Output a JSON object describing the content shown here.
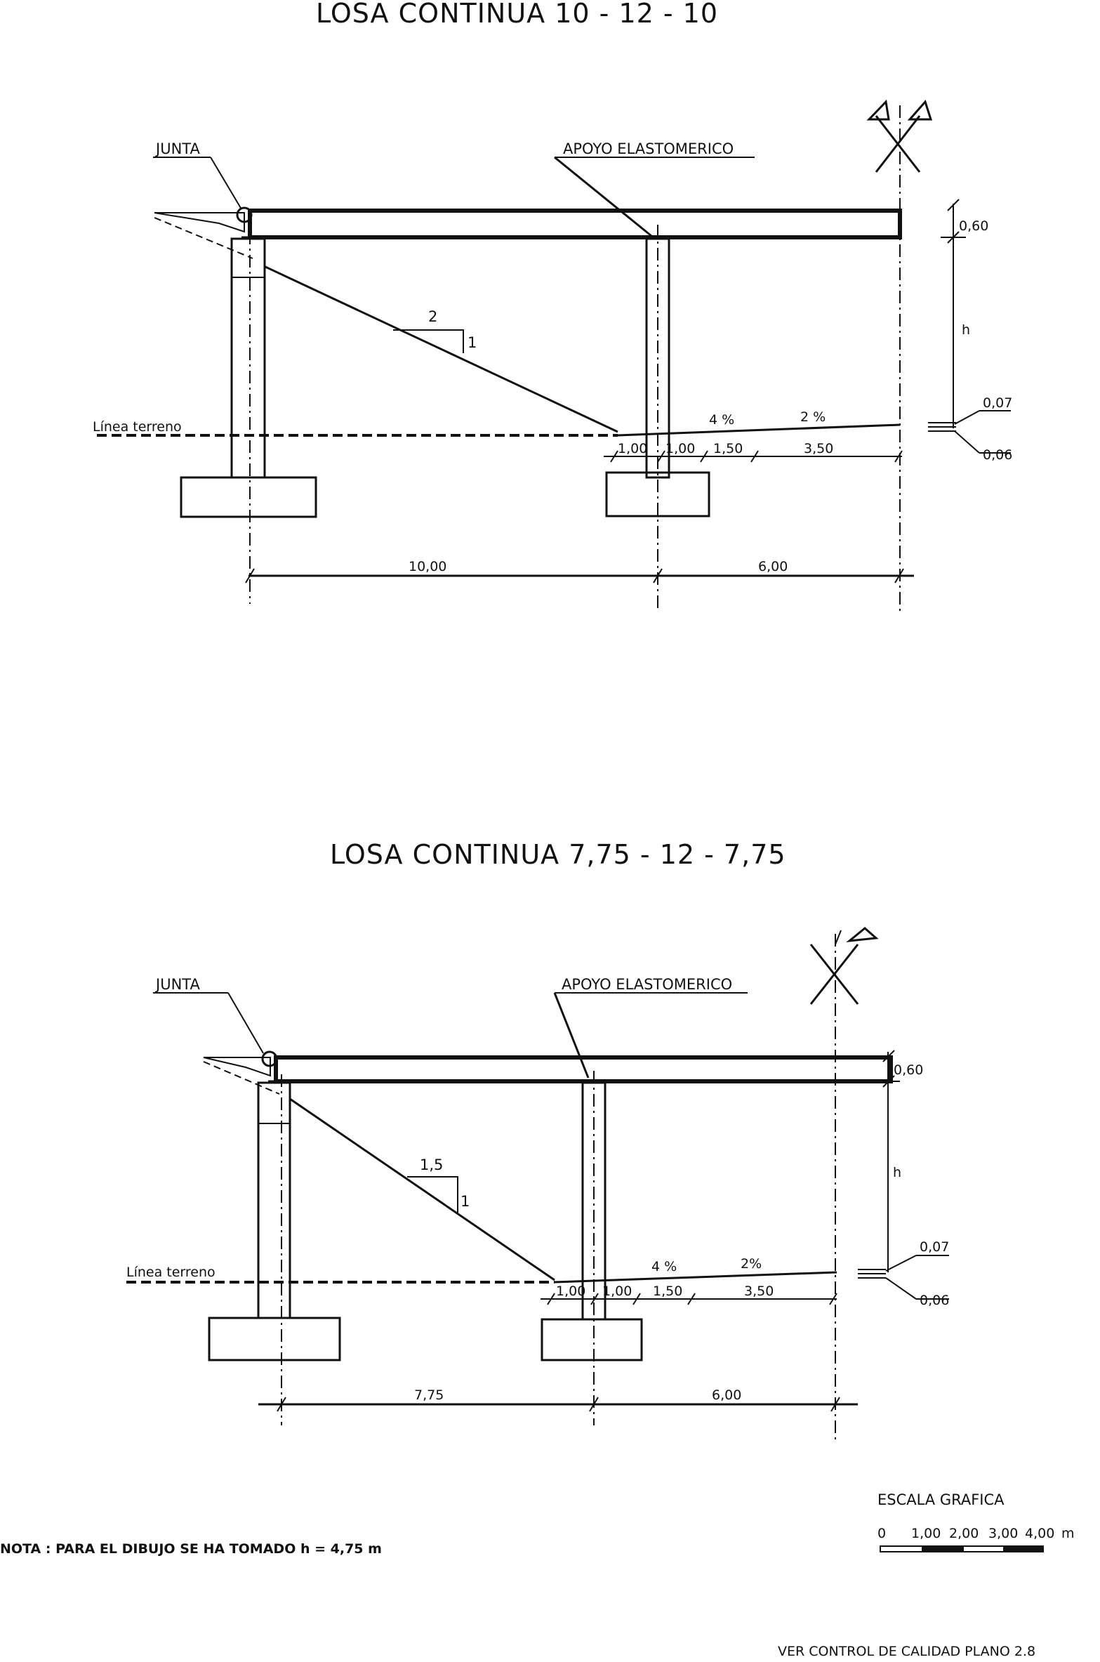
{
  "drawing1": {
    "title": "LOSA  CONTINUA  10 - 12 - 10",
    "junta": "JUNTA",
    "apoyo": "APOYO  ELASTOMERICO",
    "slope_run": "2",
    "slope_rise": "1",
    "terreno": "Línea terreno",
    "pct_a": "4 %",
    "pct_b": "2 %",
    "dim_a": "1,00",
    "dim_b": "1,00",
    "dim_c": "1,50",
    "dim_d": "3,50",
    "span_1": "10,00",
    "span_2": "6,00",
    "d_060": "0,60",
    "d_h": "h",
    "d_007": "0,07",
    "d_006": "0,06"
  },
  "drawing2": {
    "title": "LOSA  CONTINUA  7,75 - 12 - 7,75",
    "junta": "JUNTA",
    "apoyo": "APOYO  ELASTOMERICO",
    "slope_run": "1,5",
    "slope_rise": "1",
    "terreno": "Línea terreno",
    "pct_a": "4 %",
    "pct_b": "2%",
    "dim_a": "1,00",
    "dim_b": "1,00",
    "dim_c": "1,50",
    "dim_d": "3,50",
    "span_1": "7,75",
    "span_2": "6,00",
    "d_060": "0,60",
    "d_h": "h",
    "d_007": "0,07",
    "d_006": "0,06"
  },
  "scale": {
    "title": "ESCALA  GRAFICA",
    "ticks": [
      "0",
      "1,00",
      "2,00",
      "3,00",
      "4,00"
    ],
    "unit": "m"
  },
  "nota": "NOTA :  PARA EL  DIBUJO  SE  HA  TOMADO   h = 4,75  m",
  "footer": "VER  CONTROL  DE  CALIDAD  PLANO  2.8"
}
